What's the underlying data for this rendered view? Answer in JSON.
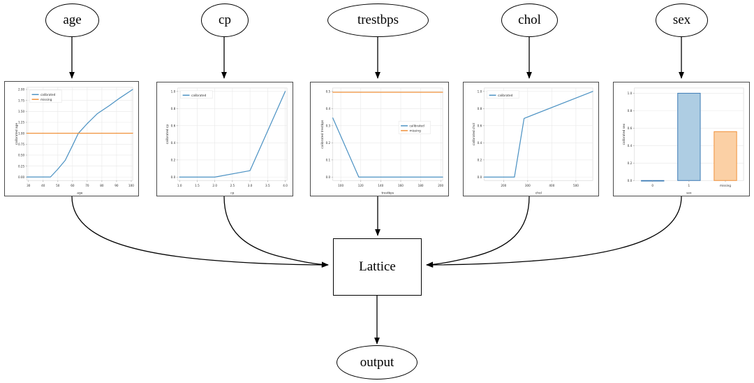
{
  "graph": {
    "input_nodes": [
      {
        "id": "age",
        "label": "age"
      },
      {
        "id": "cp",
        "label": "cp"
      },
      {
        "id": "trestbps",
        "label": "trestbps"
      },
      {
        "id": "chol",
        "label": "chol"
      },
      {
        "id": "sex",
        "label": "sex"
      }
    ],
    "lattice_label": "Lattice",
    "output_label": "output",
    "edge_color": "#000000"
  },
  "colors": {
    "calibrated_line": "#4c92c3",
    "missing_line": "#f0913a",
    "bar_blue_fill": "#aecde3",
    "bar_blue_edge": "#3b7ab5",
    "bar_orange_fill": "#fbd0a5",
    "bar_orange_edge": "#f0913a",
    "grid": "#e8e8e8",
    "axis_text": "#2b2b2b",
    "panel_border": "#4a4a4a"
  },
  "chart_data": [
    {
      "type": "line",
      "id": "age",
      "title": "",
      "xlabel": "age",
      "ylabel": "calibrated age",
      "xlim": [
        29,
        101
      ],
      "ylim": [
        -0.08,
        2.05
      ],
      "xticks": [
        30,
        40,
        50,
        60,
        70,
        80,
        90,
        100
      ],
      "yticks": [
        "0.00",
        "0.25",
        "0.50",
        "0.75",
        "1.00",
        "1.25",
        "1.50",
        "1.75",
        "2.00"
      ],
      "grid": true,
      "legend_position": "upper left",
      "series": [
        {
          "name": "calibrated",
          "color": "#4c92c3",
          "x": [
            29,
            45,
            50,
            55,
            60,
            64,
            70,
            77,
            85,
            92,
            101
          ],
          "y": [
            0.0,
            0.0,
            0.18,
            0.38,
            0.72,
            1.0,
            1.22,
            1.45,
            1.63,
            1.8,
            2.0
          ]
        },
        {
          "name": "missing",
          "color": "#f0913a",
          "x": [
            29,
            101
          ],
          "y": [
            1.0,
            1.0
          ]
        }
      ]
    },
    {
      "type": "line",
      "id": "cp",
      "title": "",
      "xlabel": "cp",
      "ylabel": "calibrated cp",
      "xlim": [
        0.95,
        4.05
      ],
      "ylim": [
        -0.04,
        1.04
      ],
      "xticks": [
        "1.0",
        "1.5",
        "2.0",
        "2.5",
        "3.0",
        "3.5",
        "4.0"
      ],
      "yticks": [
        "0.0",
        "0.2",
        "0.4",
        "0.6",
        "0.8",
        "1.0"
      ],
      "grid": true,
      "legend_position": "upper left",
      "series": [
        {
          "name": "calibrated",
          "color": "#4c92c3",
          "x": [
            1.0,
            2.0,
            3.0,
            4.0
          ],
          "y": [
            0.0,
            0.0,
            0.075,
            1.0
          ]
        }
      ]
    },
    {
      "type": "line",
      "id": "trestbps",
      "title": "",
      "xlabel": "trestbps",
      "ylabel": "calibrated trestbps",
      "xlim": [
        92,
        202
      ],
      "ylim": [
        -0.02,
        0.52
      ],
      "xticks": [
        100,
        120,
        140,
        160,
        180,
        200
      ],
      "yticks": [
        "0.0",
        "0.1",
        "0.2",
        "0.3",
        "0.4",
        "0.5"
      ],
      "grid": true,
      "legend_position": "center right",
      "series": [
        {
          "name": "calibrated",
          "color": "#4c92c3",
          "x": [
            92,
            118,
            202
          ],
          "y": [
            0.345,
            0.0,
            0.0
          ]
        },
        {
          "name": "missing",
          "color": "#f0913a",
          "x": [
            92,
            202
          ],
          "y": [
            0.495,
            0.495
          ]
        }
      ]
    },
    {
      "type": "line",
      "id": "chol",
      "title": "",
      "xlabel": "chol",
      "ylabel": "calibrated chol",
      "xlim": [
        120,
        570
      ],
      "ylim": [
        -0.04,
        1.04
      ],
      "xticks": [
        200,
        300,
        400,
        500
      ],
      "yticks": [
        "0.0",
        "0.2",
        "0.4",
        "0.6",
        "0.8",
        "1.0"
      ],
      "grid": true,
      "legend_position": "upper left",
      "series": [
        {
          "name": "calibrated",
          "color": "#4c92c3",
          "x": [
            120,
            245,
            285,
            570
          ],
          "y": [
            0.0,
            0.0,
            0.685,
            1.0
          ]
        }
      ]
    },
    {
      "type": "bar",
      "id": "sex",
      "title": "",
      "xlabel": "sex",
      "ylabel": "calibrated sex",
      "categories": [
        "0",
        "1",
        "missing"
      ],
      "values": [
        0.0,
        1.0,
        0.56
      ],
      "bar_colors": [
        "#aecde3",
        "#aecde3",
        "#fbd0a5"
      ],
      "bar_edges": [
        "#3b7ab5",
        "#3b7ab5",
        "#f0913a"
      ],
      "ylim": [
        0.0,
        1.06
      ],
      "yticks": [
        "0.0",
        "0.2",
        "0.4",
        "0.6",
        "0.8",
        "1.0"
      ],
      "grid": true,
      "legend_position": "none"
    }
  ]
}
